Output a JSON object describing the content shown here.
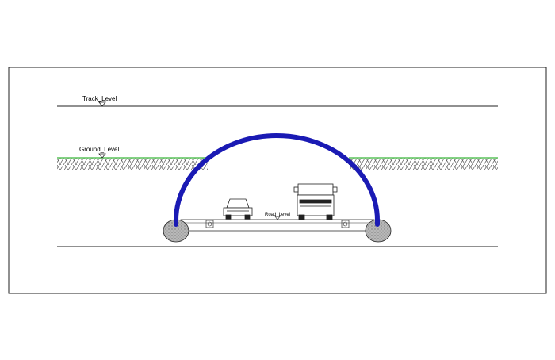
{
  "labels": {
    "track_level": "Track_Level",
    "ground_level": "Ground_Level",
    "road_level": "Road_Level"
  },
  "colors": {
    "arch": "#1a1ab4",
    "ground_line": "#5cc45c",
    "hatch": "#444444",
    "footing": "#9a9a9a"
  }
}
